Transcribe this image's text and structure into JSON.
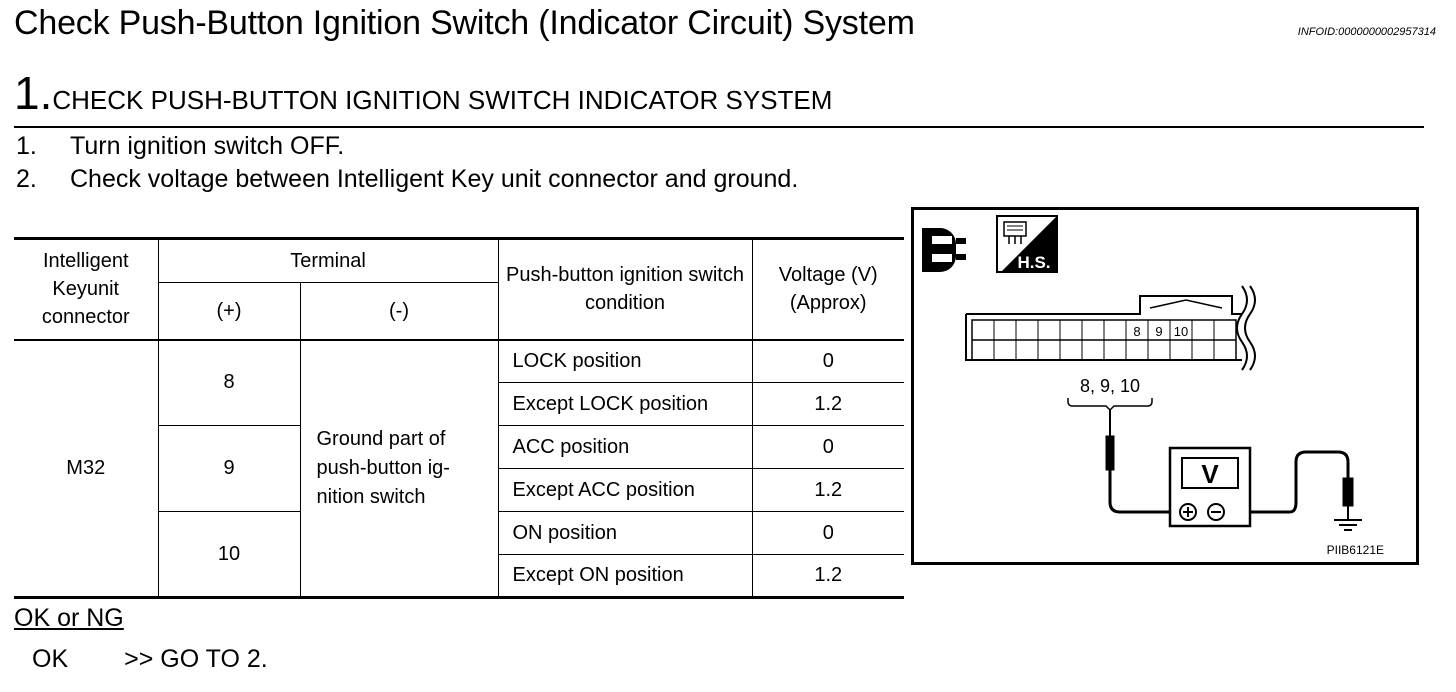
{
  "header": {
    "title": "Check Push-Button Ignition Switch (Indicator Circuit) System",
    "info_id": "INFOID:0000000002957314"
  },
  "step": {
    "number": "1.",
    "title": "CHECK PUSH-BUTTON IGNITION SWITCH INDICATOR SYSTEM"
  },
  "instructions": [
    {
      "num": "1.",
      "text": "Turn ignition switch OFF."
    },
    {
      "num": "2.",
      "text": "Check voltage between Intelligent Key unit connector and ground."
    }
  ],
  "table": {
    "headers": {
      "connector": "Intelligent Keyunit connector",
      "terminal": "Terminal",
      "plus": "(+)",
      "minus": "(-)",
      "condition": "Push-button ignition switch condition",
      "voltage": "Voltage (V) (Approx)"
    },
    "connector": "M32",
    "ground": "Ground part of push-button ig-nition switch",
    "terminals": [
      "8",
      "9",
      "10"
    ],
    "rows": [
      {
        "condition": "LOCK position",
        "voltage": "0"
      },
      {
        "condition": "Except LOCK position",
        "voltage": "1.2"
      },
      {
        "condition": "ACC position",
        "voltage": "0"
      },
      {
        "condition": "Except ACC position",
        "voltage": "1.2"
      },
      {
        "condition": "ON position",
        "voltage": "0"
      },
      {
        "condition": "Except ON position",
        "voltage": "1.2"
      }
    ]
  },
  "diagram": {
    "hs_label": "H.S.",
    "pins": [
      "8",
      "9",
      "10"
    ],
    "probe_label": "8, 9, 10",
    "meter_label": "V",
    "ref_code": "PIIB6121E"
  },
  "result": {
    "heading": "OK or NG",
    "ok_label": "OK",
    "ok_action": ">> GO TO 2."
  }
}
